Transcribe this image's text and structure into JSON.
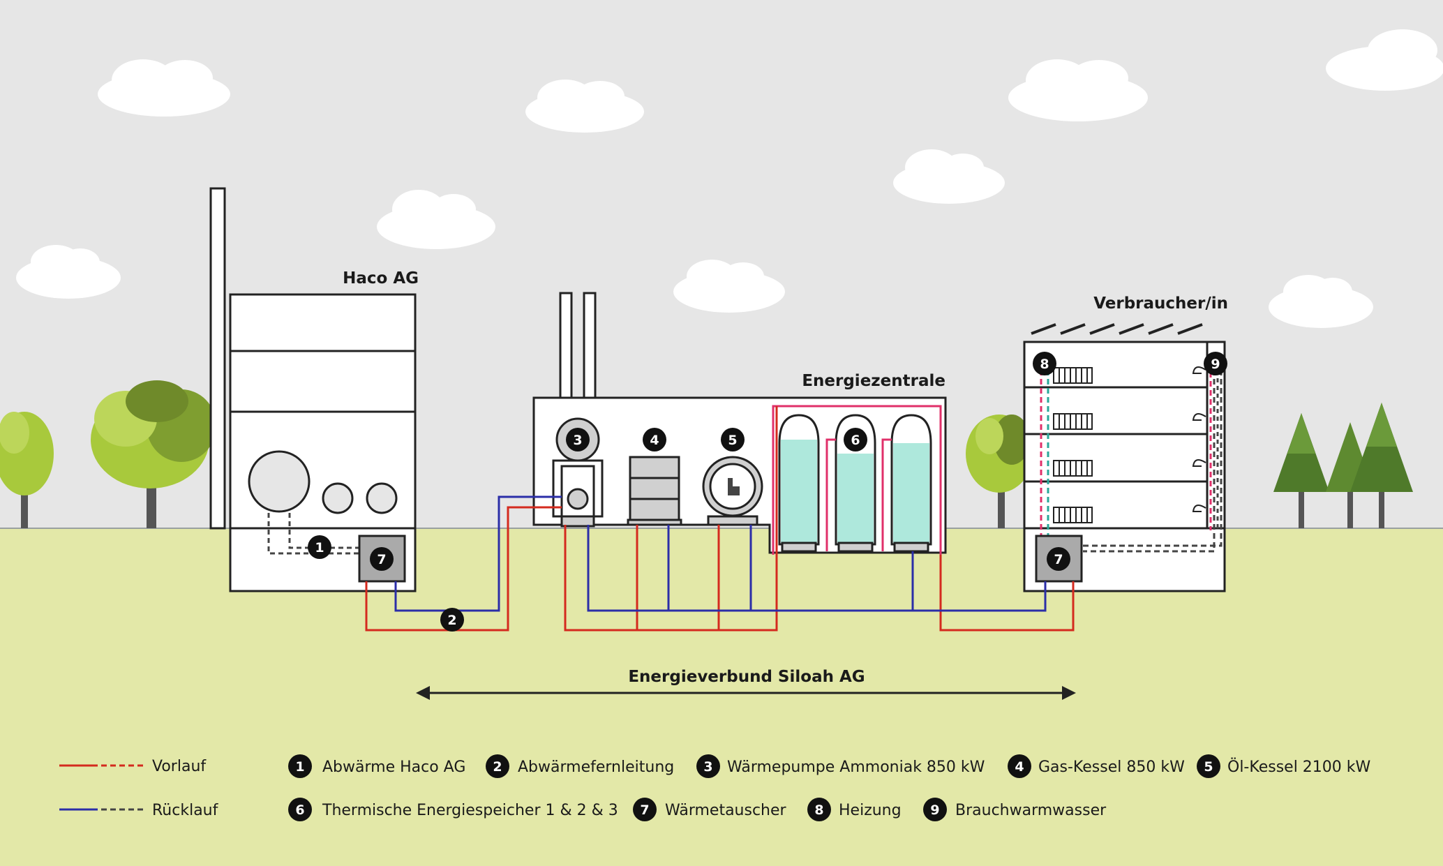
{
  "labels": {
    "haco": "Haco AG",
    "energiezentrale": "Energiezentrale",
    "verbraucher": "Verbraucher/in",
    "verbund": "Energieverbund Siloah AG"
  },
  "badges": {
    "b1": "1",
    "b2": "2",
    "b3": "3",
    "b4": "4",
    "b5": "5",
    "b6": "6",
    "b7a": "7",
    "b7b": "7",
    "b8": "8",
    "b9": "9"
  },
  "legend": {
    "lines": [
      {
        "label": "Vorlauf",
        "color": "#d42a1e"
      },
      {
        "label": "Rücklauf",
        "color": "#2b2ea8"
      }
    ],
    "items": [
      {
        "num": "1",
        "label": "Abwärme Haco AG"
      },
      {
        "num": "2",
        "label": "Abwärmefernleitung"
      },
      {
        "num": "3",
        "label": "Wärmepumpe Ammoniak 850 kW"
      },
      {
        "num": "4",
        "label": "Gas-Kessel 850 kW"
      },
      {
        "num": "5",
        "label": "Öl-Kessel 2100 kW"
      },
      {
        "num": "6",
        "label": "Thermische Energiespeicher 1 & 2 & 3"
      },
      {
        "num": "7",
        "label": "Wärmetauscher"
      },
      {
        "num": "8",
        "label": "Heizung"
      },
      {
        "num": "9",
        "label": "Brauchwarmwasser"
      }
    ]
  },
  "colors": {
    "sky": "#e6e6e6",
    "ground": "#e3e8a8",
    "supply": "#d42a1e",
    "return": "#2b2ea8",
    "supply_pink": "#e0306a",
    "return_teal": "#2aa89a",
    "tank_fill": "#aee8dc",
    "tree_light": "#a8c93c",
    "tree_dark": "#6f8a2a",
    "pine": "#4f7a2a",
    "outline": "#222222"
  }
}
